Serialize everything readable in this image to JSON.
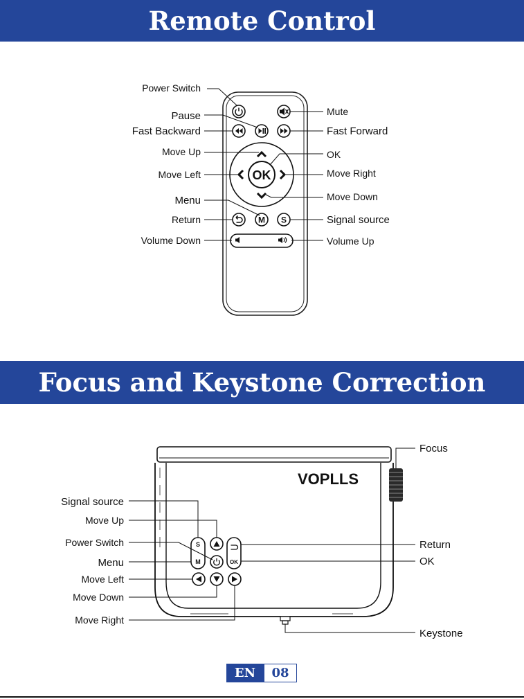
{
  "sections": {
    "remote_title": "Remote Control",
    "focus_title": "Focus and Keystone Correction"
  },
  "remote": {
    "labels_left": {
      "power_switch": "Power Switch",
      "pause": "Pause",
      "fast_backward": "Fast Backward",
      "move_up": "Move  Up",
      "move_left": "Move  Left",
      "menu": "Menu",
      "return": "Return",
      "volume_down": "Volume Down"
    },
    "labels_right": {
      "mute": "Mute",
      "fast_forward": "Fast Forward",
      "ok": "OK",
      "move_right": "Move  Right",
      "move_down": "Move  Down",
      "signal_source": "Signal source",
      "volume_up": "Volume  Up"
    },
    "buttons": {
      "ok": "OK",
      "menu": "M",
      "source": "S"
    }
  },
  "projector": {
    "brand": "VOPLLS",
    "buttons": {
      "source": "S",
      "menu": "M",
      "ok": "OK"
    },
    "labels_left": {
      "signal_source": "Signal source",
      "move_up": "Move  Up",
      "power_switch": "Power Switch",
      "menu": "Menu",
      "move_left": "Move  Left",
      "move_down": "Move  Down",
      "move_right": "Move  Right"
    },
    "labels_right": {
      "focus": "Focus",
      "return": "Return",
      "ok": "OK",
      "keystone": "Keystone"
    }
  },
  "footer": {
    "lang": "EN",
    "page": "08"
  }
}
